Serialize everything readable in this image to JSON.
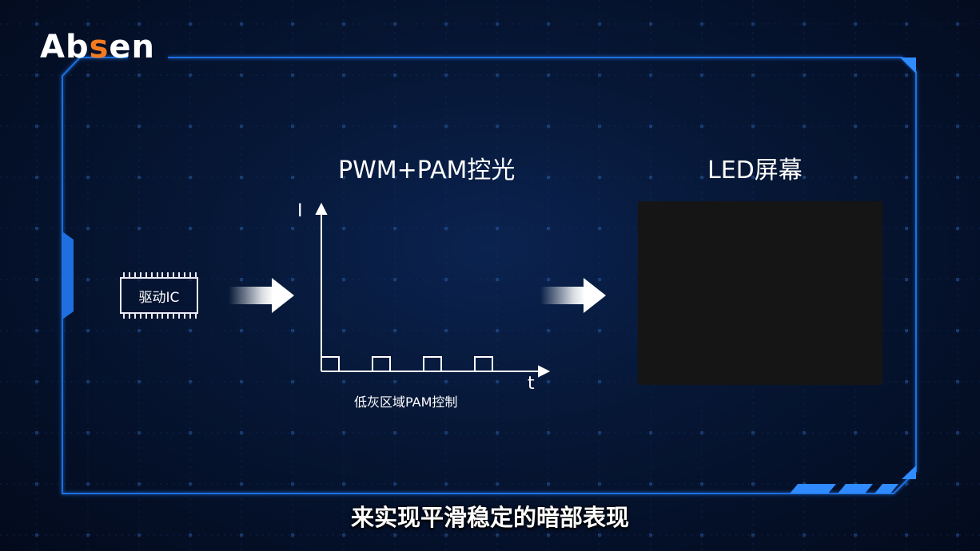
{
  "logo": {
    "text_a": "A",
    "text_b": "b",
    "text_c": "s",
    "text_d": "en",
    "accent_color": "#f47a20"
  },
  "middle": {
    "title": "PWM+PAM控光",
    "y_axis_label": "I",
    "x_axis_label": "t",
    "caption": "低灰区域PAM控制"
  },
  "left": {
    "chip_label": "驱动IC"
  },
  "right": {
    "title": "LED屏幕"
  },
  "subtitle": "来实现平滑稳定的暗部表现",
  "colors": {
    "frame": "#1f6fe0",
    "frame_glow": "#2f8bff",
    "background": "#061634",
    "screen": "#151515"
  }
}
